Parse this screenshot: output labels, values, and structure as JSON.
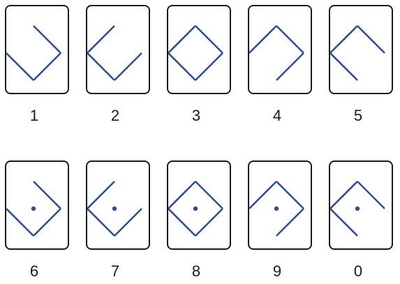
{
  "stroke_color": "#2f4f8f",
  "top_row": [
    {
      "label": "1",
      "segments": [
        "left",
        "bottom",
        "right",
        "top"
      ],
      "shape": "open-diamond-missing-top-left",
      "dot": false
    },
    {
      "label": "2",
      "segments": [],
      "shape": "open-diamond-missing-top-right",
      "dot": false
    },
    {
      "label": "3",
      "segments": [],
      "shape": "closed-diamond",
      "dot": false
    },
    {
      "label": "4",
      "segments": [],
      "shape": "open-diamond-missing-bottom-left",
      "dot": false
    },
    {
      "label": "5",
      "segments": [],
      "shape": "open-diamond-missing-bottom-right",
      "dot": false
    }
  ],
  "bottom_row": [
    {
      "label": "6",
      "shape": "open-diamond-missing-top-left",
      "dot": true
    },
    {
      "label": "7",
      "shape": "open-diamond-missing-top-right",
      "dot": true
    },
    {
      "label": "8",
      "shape": "closed-diamond",
      "dot": true
    },
    {
      "label": "9",
      "shape": "open-diamond-missing-bottom-left",
      "dot": true
    },
    {
      "label": "0",
      "shape": "open-diamond-missing-bottom-right",
      "dot": true
    }
  ]
}
